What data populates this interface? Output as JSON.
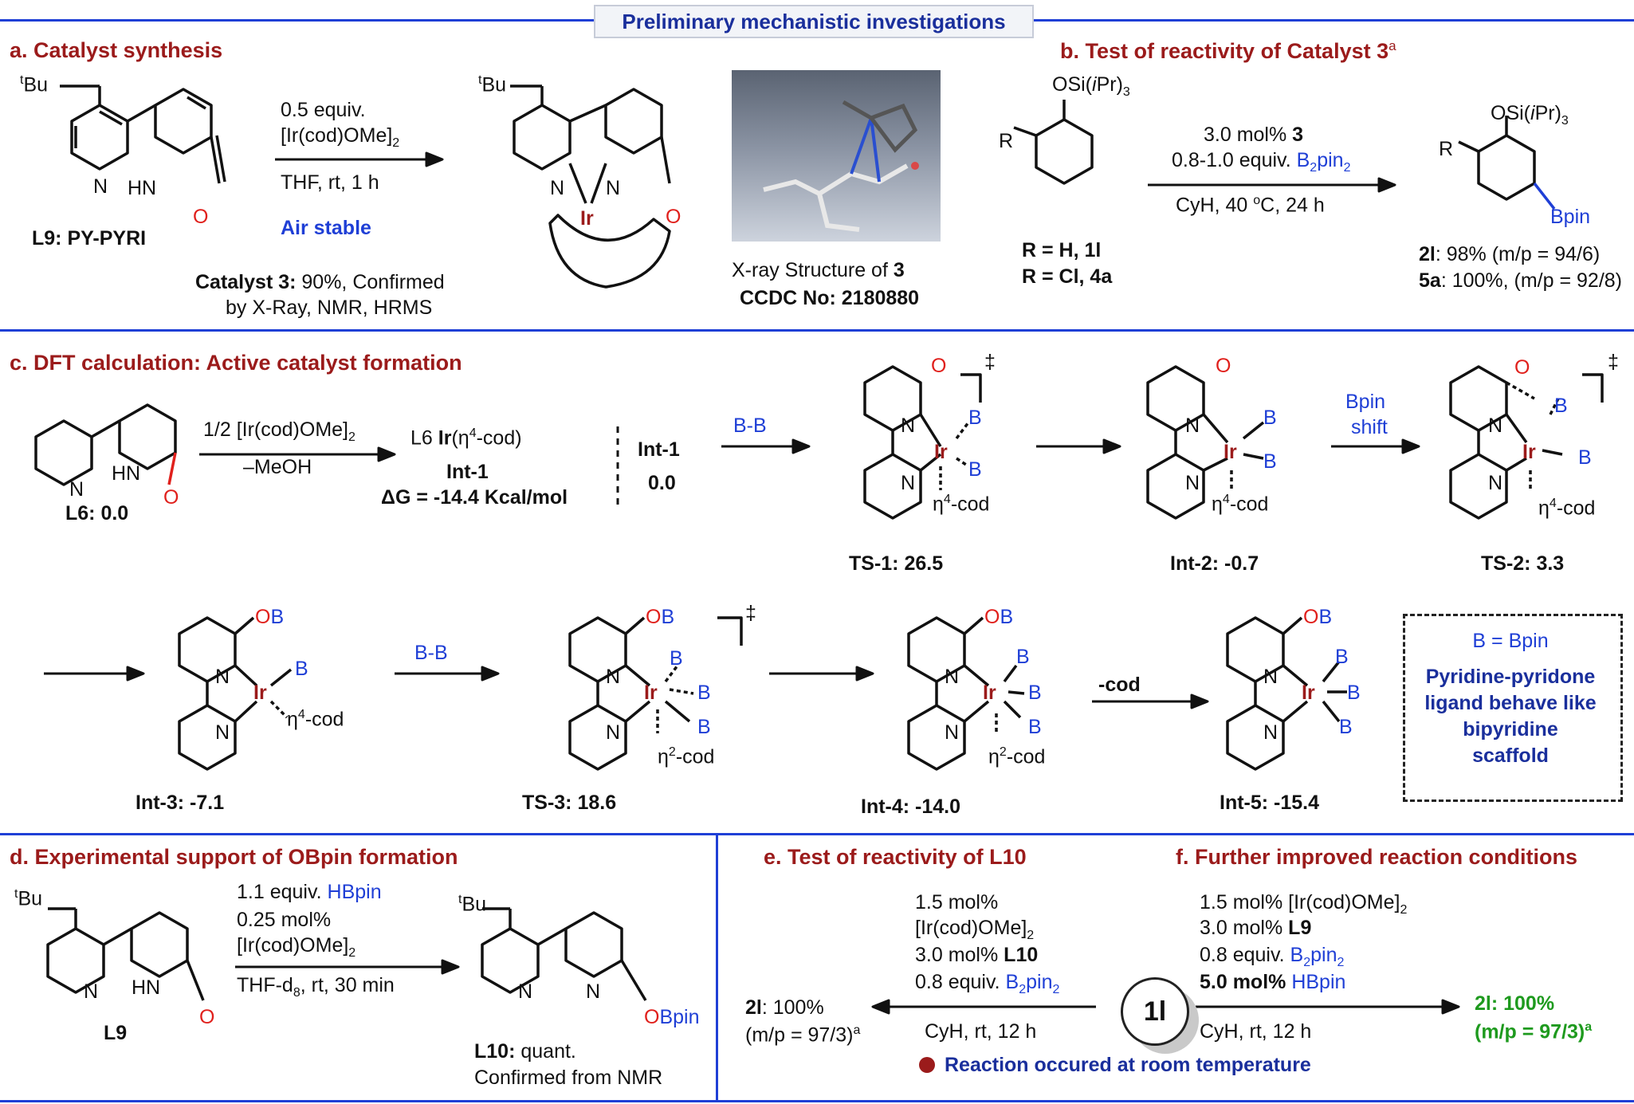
{
  "title": "Preliminary mechanistic investigations",
  "sections": {
    "a": "a. Catalyst synthesis",
    "b": "b. Test of reactivity of Catalyst 3",
    "b_sup": "a",
    "c": "c. DFT calculation: Active catalyst formation",
    "d": "d. Experimental support of OBpin formation",
    "e": "e. Test of reactivity of L10",
    "f": "f. Further improved reaction conditions"
  },
  "a": {
    "tbu": "Bu",
    "tbu_sup": "t",
    "N": "N",
    "HN": "HN",
    "O": "O",
    "Ir": "Ir",
    "ligand_label": "L9: PY-PYRI",
    "cond1": "0.5 equiv.",
    "cond2": "[Ir(cod)OMe]",
    "cond2_sub": "2",
    "cond3": "THF, rt, 1 h",
    "air_stable": "Air stable",
    "catalyst_bold": "Catalyst 3:",
    "catalyst_rest": " 90%, Confirmed",
    "catalyst_line2": "by X-Ray, NMR, HRMS",
    "xray_line1": "X-ray Structure of ",
    "xray_line1_bold": "3",
    "xray_line2": "CCDC No: 2180880"
  },
  "b": {
    "osi": "OSi(",
    "osi_i": "i",
    "osi_end": "Pr)",
    "osi_sub": "3",
    "R": "R",
    "cond1_pre": "3.0 mol% ",
    "cond1_bold": "3",
    "cond2_pre": "0.8-1.0 equiv. ",
    "cond2_reagent": "B",
    "cond2_sub": "2",
    "cond2_end": "pin",
    "cond2_sub2": "2",
    "cond3": "CyH, 40 ",
    "cond3_sup": "o",
    "cond3_end": "C, 24 h",
    "sub1": "R = H, 1l",
    "sub2": "R = Cl, 4a",
    "bpin": "Bpin",
    "prod1_bold": "2l",
    "prod1_rest": ": 98% (m/p = 94/6)",
    "prod2_bold": "5a",
    "prod2_rest": ": 100%, (m/p = 92/8)"
  },
  "c": {
    "cond1": "1/2 [Ir(cod)OMe]",
    "cond1_sub": "2",
    "cond2": "–MeOH",
    "l6": "L6: 0.0",
    "int1_line1_pre": "L6 ",
    "int1_line1_bold": "Ir",
    "int1_line1_rest": "(η",
    "int1_sup": "4",
    "int1_end": "-cod)",
    "int1_name": "Int-1",
    "int1_dg": "ΔG = -14.4 Kcal/mol",
    "int1_box1": "Int-1",
    "int1_box2": "0.0",
    "bb": "B-B",
    "bpin_shift1": "Bpin",
    "bpin_shift2": "shift",
    "minus_cod": "-cod",
    "B": "B",
    "OB": "OB",
    "eta": "η",
    "cod": "-cod",
    "dagger": "‡",
    "ts1": "TS-1: 26.5",
    "int2": "Int-2: -0.7",
    "ts2": "TS-2: 3.3",
    "int3": "Int-3: -7.1",
    "ts3": "TS-3: 18.6",
    "int4": "Int-4: -14.0",
    "int5": "Int-5: -15.4",
    "note_b": "B = Bpin",
    "note_l1": "Pyridine-pyridone",
    "note_l2": "ligand behave like",
    "note_l3": "bipyridine",
    "note_l4": "scaffold"
  },
  "d": {
    "cond1_pre": "1.1 equiv. ",
    "cond1_reagent": "HBpin",
    "cond2": "0.25 mol%",
    "cond3": "[Ir(cod)OMe]",
    "cond3_sub": "2",
    "cond4_pre": "THF-d",
    "cond4_sub": "8",
    "cond4_end": ", rt, 30 min",
    "l9": "L9",
    "obpin": "OBpin",
    "l10_bold": "L10:",
    "l10_rest": " quant.",
    "l10_line2": "Confirmed from NMR"
  },
  "e": {
    "c1": "1.5 mol%",
    "c2": "[Ir(cod)OMe]",
    "c2_sub": "2",
    "c3_pre": "3.0 mol% ",
    "c3_bold": "L10",
    "c4_pre": "0.8 equiv. ",
    "c4_reagent": "B",
    "c4_sub": "2",
    "c4_end": "pin",
    "c4_sub2": "2",
    "c5": "CyH, rt, 12 h",
    "prod_bold": "2l",
    "prod_rest": ": 100%",
    "prod2": "(m/p = 97/3)",
    "prod2_sup": "a"
  },
  "f": {
    "c1": "1.5 mol% [Ir(cod)OMe]",
    "c1_sub": "2",
    "c2_pre": "3.0 mol% ",
    "c2_bold": "L9",
    "c3_pre": "0.8 equiv. ",
    "c3_reagent": "B",
    "c3_sub": "2",
    "c3_end": "pin",
    "c3_sub2": "2",
    "c4_bold": "5.0 mol%",
    "c4_reagent": " HBpin",
    "c5": "CyH, rt, 12 h",
    "prod1": "2l: 100%",
    "prod2": "(m/p = 97/3)",
    "prod2_sup": "a",
    "substrate": "1l",
    "note": "Reaction occured at room temperature"
  },
  "colors": {
    "rule": "#1f3fd6",
    "section_title": "#9b1b1b",
    "heteroatom_O": "#e0201c",
    "boron": "#1f3fd6",
    "iridium": "#9b1b1b",
    "green": "#1e9a1e"
  }
}
